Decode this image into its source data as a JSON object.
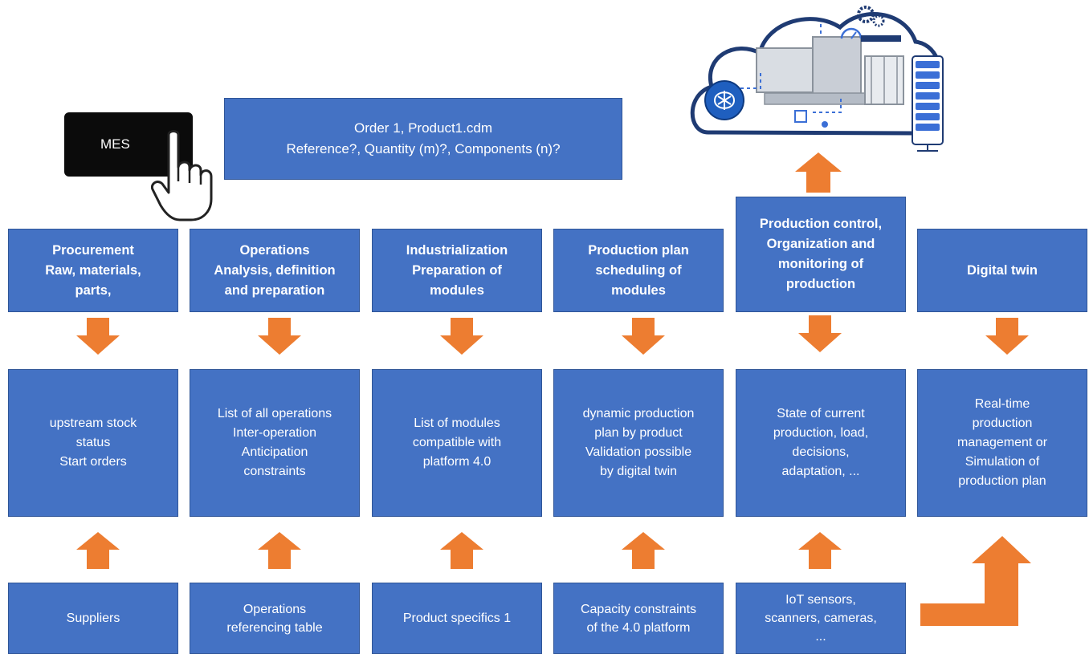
{
  "mes": {
    "label": "MES"
  },
  "order": {
    "line1": "Order 1, Product1.cdm",
    "line2": "Reference?, Quantity (m)?, Components (n)?"
  },
  "stages": [
    {
      "label": "Procurement\nRaw, materials,\nparts,"
    },
    {
      "label": "Operations\nAnalysis, definition\nand preparation"
    },
    {
      "label": "Industrialization\nPreparation of\nmodules"
    },
    {
      "label": "Production plan\nscheduling of\nmodules"
    },
    {
      "label": "Production control,\nOrganization and\nmonitoring of\nproduction"
    },
    {
      "label": "Digital twin"
    }
  ],
  "info": [
    {
      "label": "upstream stock\nstatus\nStart orders"
    },
    {
      "label": "List of all operations\nInter-operation\nAnticipation\nconstraints"
    },
    {
      "label": "List of modules\ncompatible with\nplatform 4.0"
    },
    {
      "label": "dynamic production\nplan by product\nValidation possible\nby digital twin"
    },
    {
      "label": "State of current\nproduction, load,\ndecisions,\nadaptation, ..."
    },
    {
      "label": "Real-time\nproduction\nmanagement or\nSimulation of\nproduction plan"
    }
  ],
  "sources": [
    {
      "label": "Suppliers"
    },
    {
      "label": "Operations\nreferencing table"
    },
    {
      "label": "Product specifics 1"
    },
    {
      "label": "Capacity constraints\nof the 4.0 platform"
    },
    {
      "label": "IoT sensors,\nscanners, cameras,\n..."
    }
  ],
  "colors": {
    "box": "#4472C4",
    "box_border": "#2F5597",
    "arrow": "#ED7D31",
    "text": "#FFFFFF"
  },
  "icons": [
    "hand-pointer-icon",
    "cloud-factory-icon",
    "brain-icon",
    "server-rack-icon",
    "gear-icon"
  ]
}
